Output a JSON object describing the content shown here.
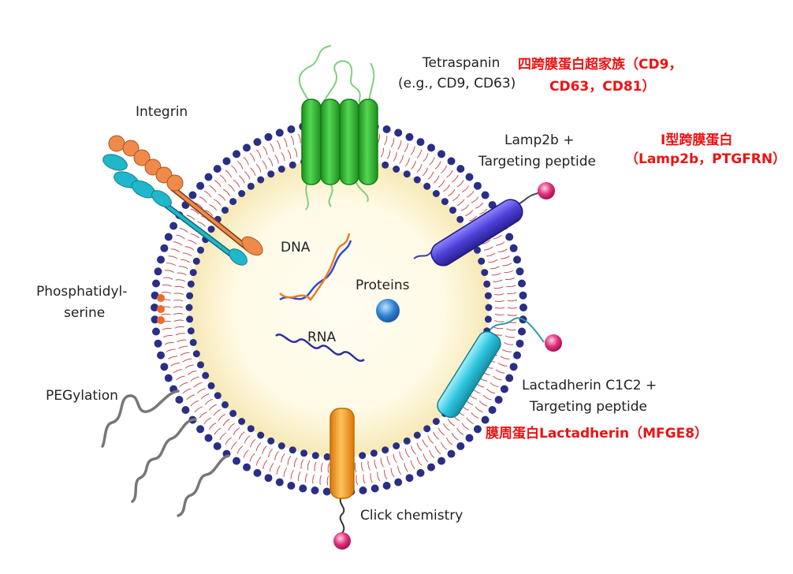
{
  "labels": {
    "tetraspanin_title": "Tetraspanin",
    "tetraspanin_examples": "(e.g., CD9, CD63)",
    "integrin": "Integrin",
    "lamp2b_line1": "Lamp2b +",
    "lamp2b_line2": "Targeting peptide",
    "dna": "DNA",
    "proteins": "Proteins",
    "rna": "RNA",
    "phosphatidyl_line1": "Phosphatidyl-",
    "phosphatidyl_line2": "serine",
    "pegylation": "PEGylation",
    "lactadherin_line1": "Lactadherin C1C2 +",
    "lactadherin_line2": "Targeting peptide",
    "click_chemistry": "Click chemistry"
  },
  "chinese_notes": {
    "tetraspanin_line1": "四跨膜蛋白超家族（CD9，",
    "tetraspanin_line2": "CD63，CD81）",
    "type1_line1": "I型跨膜蛋白",
    "type1_line2": "（Lamp2b，PTGFRN）",
    "lactadherin": "膜周蛋白Lactadherin（MFGE8）"
  },
  "colors": {
    "head_blue": "#2a2e85",
    "tail_red": "#c0524f",
    "lumen_center": "#fffdf2",
    "lumen_edge": "#f6e9b6",
    "tetraspanin_green": "#2db52d",
    "lamp2b_purple": "#4b3fd6",
    "lactadherin_cyan": "#2ec6de",
    "click_orange": "#f39a17",
    "peptide_pink": "#d81b73",
    "integrin_orange": "#f08a4b",
    "integrin_cyan": "#1fb7c9",
    "dna_blue": "#2d4bd0",
    "dna_orange": "#ee7b22",
    "rna_navy": "#2a2e9b",
    "protein_blue": "#2f80d1",
    "ps_orange": "#ee6a2b",
    "peg_gray": "#7a7a7a",
    "annotation_red": "#ee1111"
  }
}
